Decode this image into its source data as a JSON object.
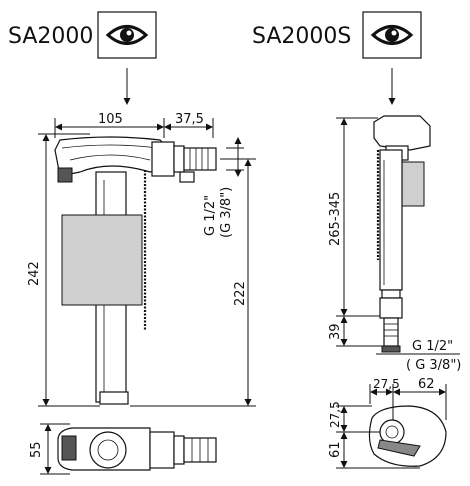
{
  "models": {
    "left": {
      "name": "SA2000",
      "view_icon": "eye-icon"
    },
    "right": {
      "name": "SA2000S",
      "view_icon": "eye-icon"
    }
  },
  "left_dimensions": {
    "width_body": "105",
    "width_inlet": "37,5",
    "overall_height": "242",
    "inlet_height": "222",
    "thread_main": "G 1/2\"",
    "thread_alt": "(G 3/8\")",
    "bottom_width": "55"
  },
  "right_dimensions": {
    "height_range": "265-345",
    "shank_height": "39",
    "thread_main": "G 1/2\"",
    "thread_alt": "( G 3/8\")",
    "top_offset": "27,5",
    "top_width": "62",
    "side_offset": "27,5",
    "side_depth": "61"
  },
  "colors": {
    "line": "#111111",
    "float_fill": "#cfcfcf"
  }
}
